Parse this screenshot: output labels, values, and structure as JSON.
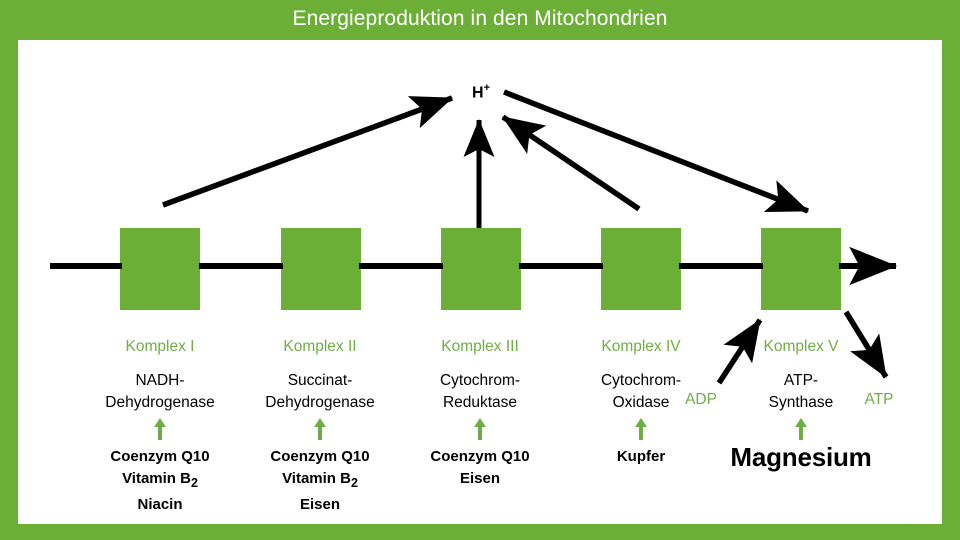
{
  "title": "Energieproduktion in den Mitochondrien",
  "colors": {
    "frame_green": "#6CAF37",
    "box_green": "#6CAF37",
    "label_green": "#70AD47",
    "panel_white": "#FFFFFF",
    "line_black": "#000000"
  },
  "proton_label": {
    "text": "H",
    "charge": "+",
    "name": "proton"
  },
  "complexes": [
    {
      "id": "komplex-1",
      "komplex": "Komplex I",
      "enzyme": "NADH-\nDehydrogenase",
      "enzyme_lines": [
        "NADH-",
        "Dehydrogenase"
      ],
      "nutrients": [
        "Coenzym Q10",
        "Vitamin B₂",
        "Niacin"
      ],
      "arrow_icon": "green-up-arrow-icon"
    },
    {
      "id": "komplex-2",
      "komplex": "Komplex II",
      "enzyme": "Succinat-\nDehydrogenase",
      "enzyme_lines": [
        "Succinat-",
        "Dehydrogenase"
      ],
      "nutrients": [
        "Coenzym Q10",
        "Vitamin B₂",
        "Eisen"
      ],
      "arrow_icon": "green-up-arrow-icon"
    },
    {
      "id": "komplex-3",
      "komplex": "Komplex III",
      "enzyme": "Cytochrom-\nReduktase",
      "enzyme_lines": [
        "Cytochrom-",
        "Reduktase"
      ],
      "nutrients": [
        "Coenzym Q10",
        "Eisen"
      ],
      "arrow_icon": "green-up-arrow-icon"
    },
    {
      "id": "komplex-4",
      "komplex": "Komplex IV",
      "enzyme": "Cytochrom-\nOxidase",
      "enzyme_lines": [
        "Cytochrom-",
        "Oxidase"
      ],
      "nutrients": [
        "Kupfer"
      ],
      "arrow_icon": "green-up-arrow-icon"
    },
    {
      "id": "komplex-5",
      "komplex": "Komplex V",
      "enzyme": "ATP-\nSynthase",
      "enzyme_lines": [
        "ATP-",
        "Synthase"
      ],
      "nutrients": [
        "Magnesium"
      ],
      "arrow_icon": "green-up-arrow-icon"
    }
  ],
  "substrates": {
    "input": "ADP",
    "output": "ATP"
  },
  "arrows": [
    {
      "name": "proton-arrow-complex-1",
      "from": "Komplex I",
      "to": "H+"
    },
    {
      "name": "proton-arrow-complex-3",
      "from": "Komplex III",
      "to": "H+"
    },
    {
      "name": "proton-arrow-complex-4",
      "from": "Komplex IV",
      "to": "H+"
    },
    {
      "name": "proton-arrow-to-complex-5",
      "from": "H+",
      "to": "Komplex V"
    },
    {
      "name": "electron-transport-chain-arrow",
      "from": "left",
      "to": "right"
    },
    {
      "name": "adp-input-arrow",
      "from": "ADP",
      "to": "Komplex V"
    },
    {
      "name": "atp-output-arrow",
      "from": "Komplex V",
      "to": "ATP"
    }
  ]
}
